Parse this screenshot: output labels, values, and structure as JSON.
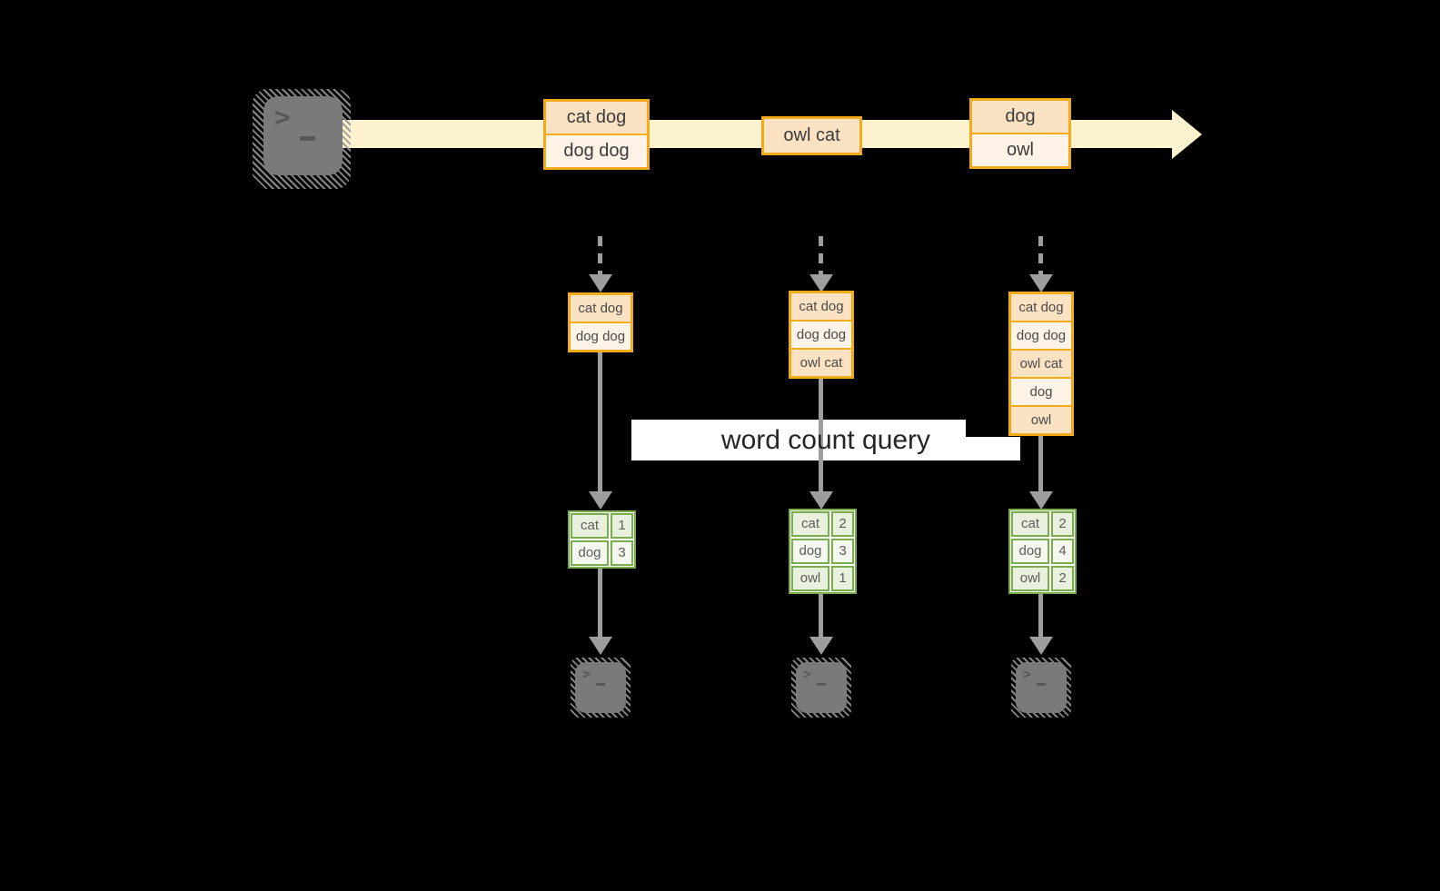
{
  "query_label": "word count query",
  "icons": {
    "terminal_prompt": ">"
  },
  "stream": {
    "events": [
      {
        "lines": [
          "cat dog",
          "dog dog"
        ]
      },
      {
        "lines": [
          "owl cat"
        ]
      },
      {
        "lines": [
          "dog",
          "owl"
        ]
      }
    ]
  },
  "columns": [
    {
      "buffer": [
        "cat dog",
        "dog dog"
      ],
      "counts": [
        {
          "word": "cat",
          "count": "1"
        },
        {
          "word": "dog",
          "count": "3"
        }
      ]
    },
    {
      "buffer": [
        "cat dog",
        "dog dog",
        "owl cat"
      ],
      "counts": [
        {
          "word": "cat",
          "count": "2"
        },
        {
          "word": "dog",
          "count": "3"
        },
        {
          "word": "owl",
          "count": "1"
        }
      ]
    },
    {
      "buffer": [
        "cat dog",
        "dog dog",
        "owl cat",
        "dog",
        "owl"
      ],
      "counts": [
        {
          "word": "cat",
          "count": "2"
        },
        {
          "word": "dog",
          "count": "4"
        },
        {
          "word": "owl",
          "count": "2"
        }
      ]
    }
  ],
  "colors": {
    "background": "#000000",
    "stream-band": "#fcf2d0",
    "box-border": "#f1ab1b",
    "box-fill-dark": "#fae2c3",
    "box-fill-light": "#fdf3e6",
    "box-text": "#3c3c3c",
    "table-border": "#79ae4c",
    "table-fill-dark": "#e9f1de",
    "table-fill-light": "#f4f8ee",
    "table-text": "#5c5c5c",
    "arrow-gray": "#9e9e9e",
    "terminal-gray": "#7a7a7a",
    "label-bg": "#ffffff",
    "label-text": "#262626"
  }
}
